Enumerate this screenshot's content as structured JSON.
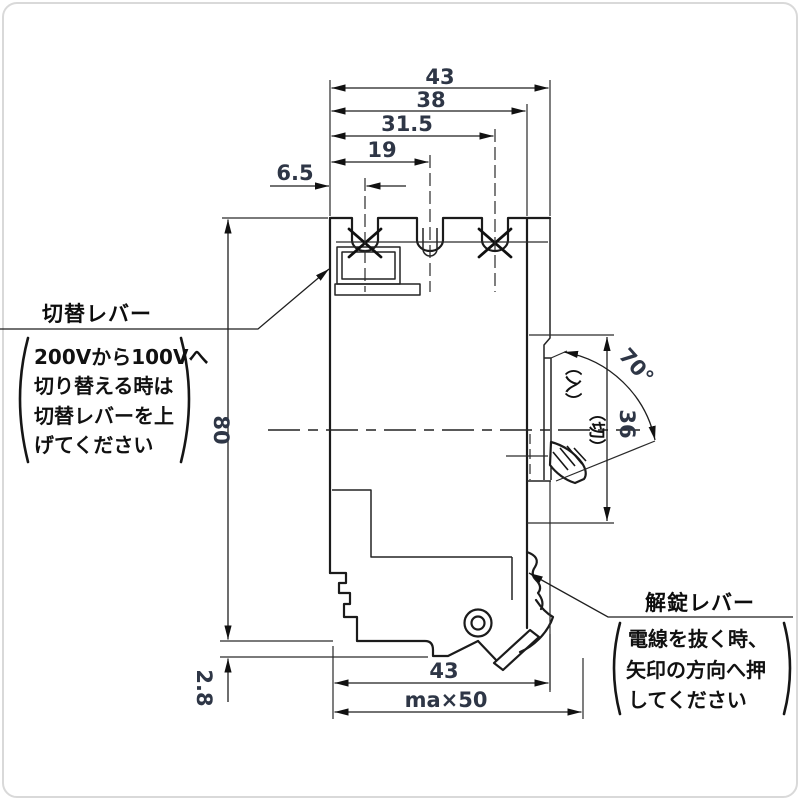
{
  "drawing": {
    "type": "engineering-side-view-circuit-breaker",
    "dimensions": {
      "top": {
        "d43": "43",
        "d38": "38",
        "d31_5": "31.5",
        "d19": "19",
        "d6_5": "6.5"
      },
      "left": {
        "d80": "80",
        "d2_8": "2.8"
      },
      "bottom": {
        "d43": "43",
        "dmax": "ma×50"
      },
      "right": {
        "d36": "36",
        "angle": "70°"
      }
    },
    "labels": {
      "switch_lever": {
        "title": "切替レバー",
        "note_lines": [
          "200Vから100Vへ",
          "切り替える時は",
          "切替レバーを上",
          "げてください"
        ]
      },
      "unlock_lever": {
        "title": "解錠レバー",
        "note_lines": [
          "電線を抜く時、",
          "矢印の方向へ押",
          "してください"
        ]
      },
      "handle_on": "（入）",
      "handle_off": "（切）"
    },
    "colors": {
      "line": "#1b1b1b",
      "dim_text": "#2e3646",
      "text": "#111111",
      "background": "#ffffff"
    }
  }
}
